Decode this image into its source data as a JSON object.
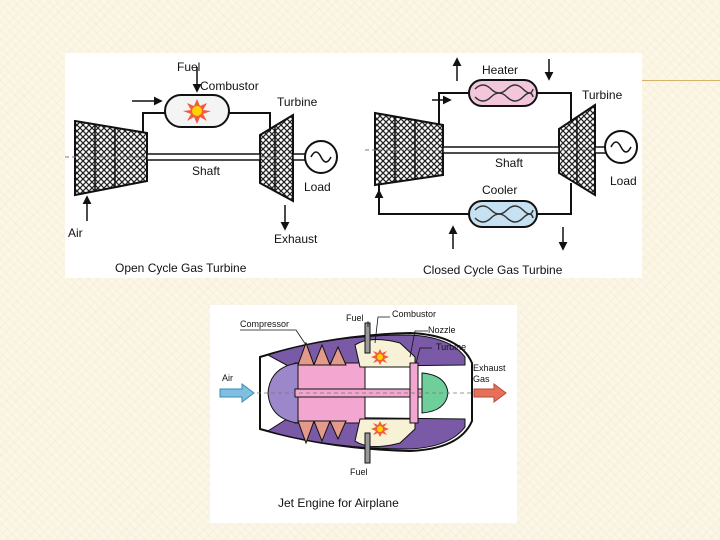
{
  "open_cycle": {
    "caption": "Open Cycle Gas Turbine",
    "fuel": "Fuel",
    "combustor": "Combustor",
    "turbine": "Turbine",
    "shaft": "Shaft",
    "load": "Load",
    "air": "Air",
    "exhaust": "Exhaust"
  },
  "closed_cycle": {
    "caption": "Closed Cycle Gas Turbine",
    "heater": "Heater",
    "turbine": "Turbine",
    "shaft": "Shaft",
    "cooler": "Cooler",
    "load": "Load"
  },
  "jet_engine": {
    "caption": "Jet Engine for Airplane",
    "compressor": "Compressor",
    "fuel_top": "Fuel",
    "combustor": "Combustor",
    "nozzle": "Nozzle",
    "turbine": "Turbine",
    "air": "Air",
    "exhaust_line1": "Exhaust",
    "exhaust_line2": "Gas",
    "fuel_bottom": "Fuel"
  },
  "colors": {
    "heater_fill": "#f4c6dc",
    "cooler_fill": "#c6e2f2",
    "jet_body": "#7a5aa6",
    "jet_core_pink": "#f3a6cf",
    "jet_spinner": "#9b87c9",
    "jet_turbine_green": "#6fcf9a",
    "flame_yellow": "#ffd200",
    "air_arrow": "#7fbfe0",
    "exhaust_arrow": "#e8705a"
  }
}
